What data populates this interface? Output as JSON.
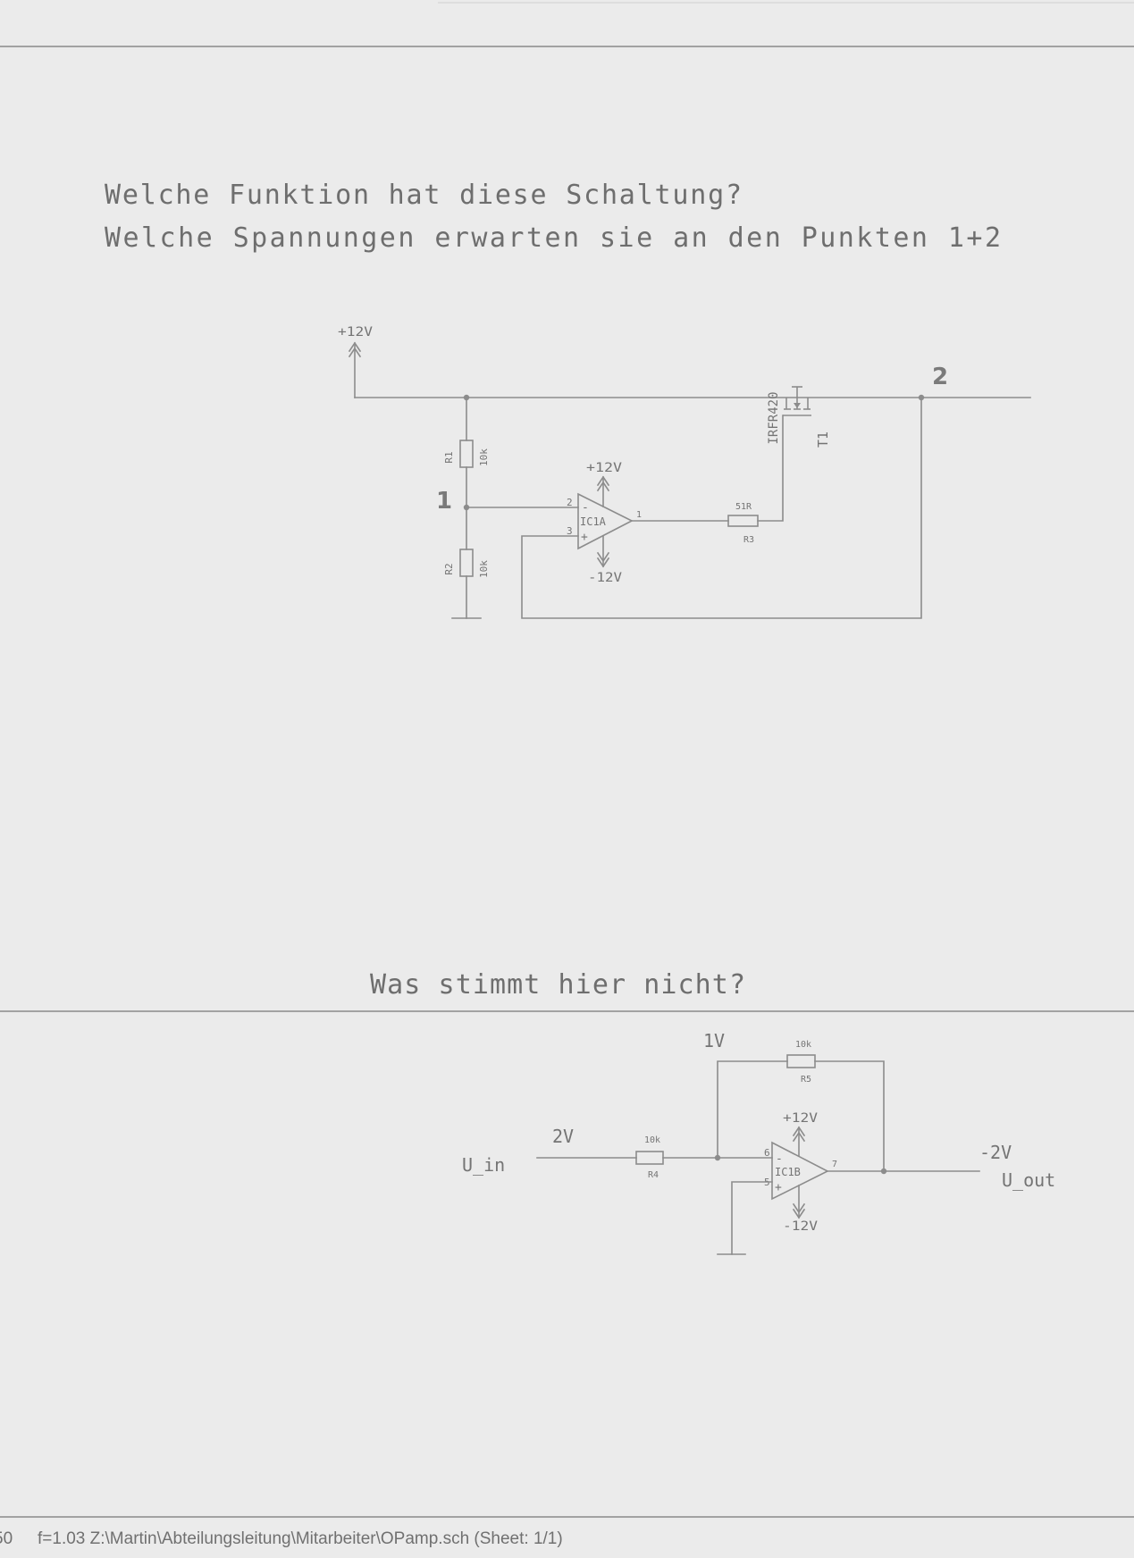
{
  "questions": {
    "q1": "Welche Funktion hat diese Schaltung?",
    "q2": "Welche Spannungen erwarten sie an den Punkten 1+2",
    "q3": "Was stimmt hier nicht?"
  },
  "circuit1": {
    "supply_top": "+12V",
    "node1": "1",
    "node2": "2",
    "r1": {
      "name": "R1",
      "value": "10k"
    },
    "r2": {
      "name": "R2",
      "value": "10k"
    },
    "r3": {
      "name": "R3",
      "value": "51R"
    },
    "opamp": {
      "name": "IC1A",
      "pin_inv": "2",
      "pin_noninv": "3",
      "pin_out": "1",
      "minus": "-",
      "plus": "+",
      "vpos": "+12V",
      "vneg": "-12V"
    },
    "transistor": {
      "name": "T1",
      "part": "IRFR420"
    }
  },
  "circuit2": {
    "feedback_voltage": "1V",
    "input_voltage": "2V",
    "input_name": "U_in",
    "output_voltage": "-2V",
    "output_name": "U_out",
    "r4": {
      "name": "R4",
      "value": "10k"
    },
    "r5": {
      "name": "R5",
      "value": "10k"
    },
    "opamp": {
      "name": "IC1B",
      "pin_inv": "6",
      "pin_noninv": "5",
      "pin_out": "7",
      "minus": "-",
      "plus": "+",
      "vpos": "+12V",
      "vneg": "-12V"
    }
  },
  "footer": {
    "scale": "50",
    "text": "f=1.03  Z:\\Martin\\Abteilungsleitung\\Mitarbeiter\\OPamp.sch (Sheet: 1/1)"
  }
}
